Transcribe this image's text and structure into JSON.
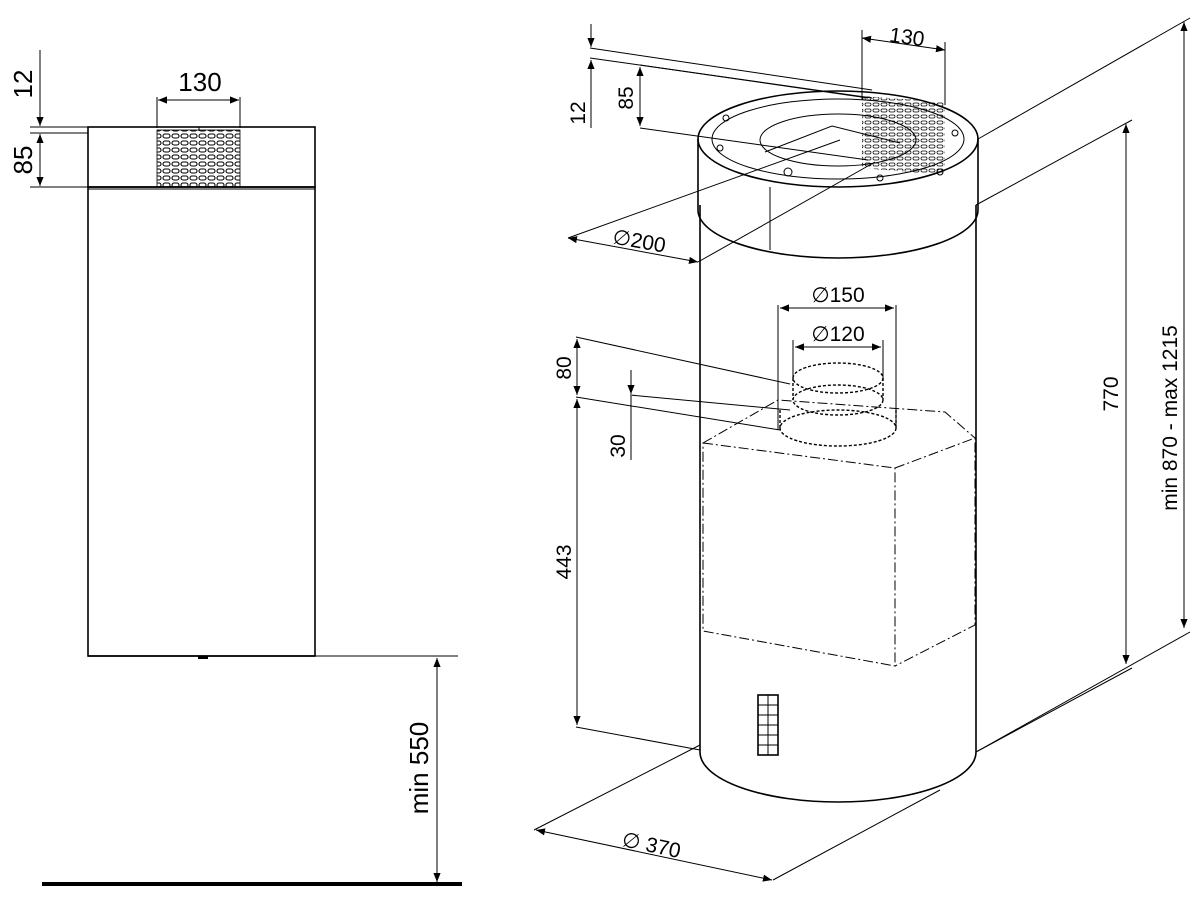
{
  "side_view": {
    "top_cap_height": "12",
    "vent_height": "85",
    "vent_width": "130",
    "min_height_above_floor": "min 550"
  },
  "iso_view": {
    "top_cap_height": "12",
    "vent_height": "85",
    "vent_width": "130",
    "ring_diameter": "∅200",
    "outlet_outer_diameter": "∅150",
    "outlet_inner_diameter": "∅120",
    "outlet_height": "80",
    "outlet_inset": "30",
    "motor_height": "443",
    "body_height": "770",
    "total_height_range": "min 870 - max 1215",
    "body_diameter": "∅ 370"
  }
}
